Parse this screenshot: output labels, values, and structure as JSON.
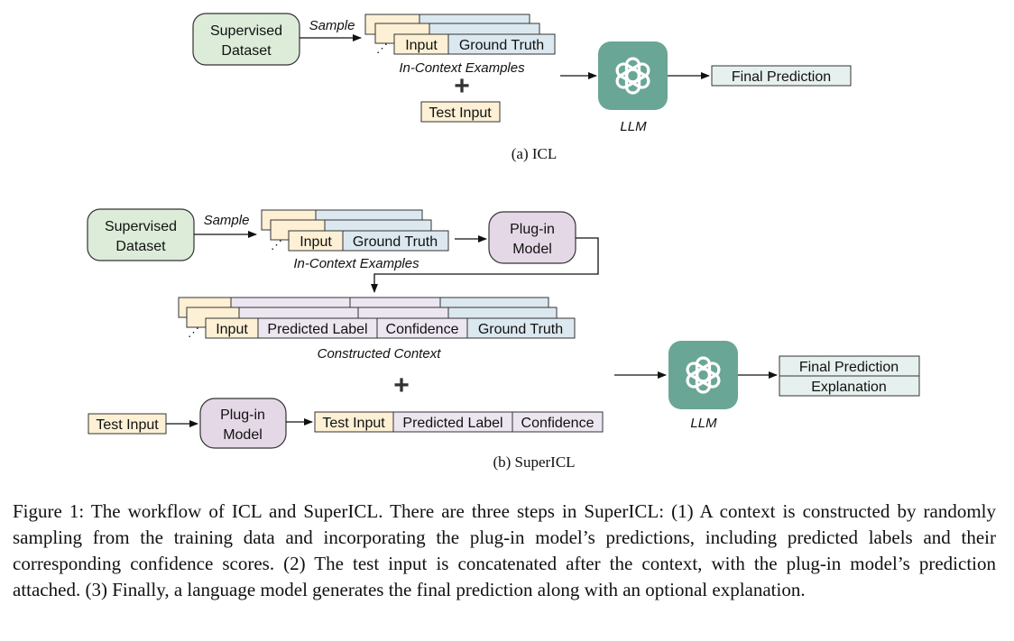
{
  "icl": {
    "dataset_line1": "Supervised",
    "dataset_line2": "Dataset",
    "sample": "Sample",
    "input": "Input",
    "ground_truth": "Ground Truth",
    "examples_label": "In-Context Examples",
    "plus": "+",
    "test_input": "Test Input",
    "llm": "LLM",
    "final_prediction": "Final Prediction",
    "subcaption": "(a) ICL"
  },
  "supericl": {
    "dataset_line1": "Supervised",
    "dataset_line2": "Dataset",
    "sample": "Sample",
    "input": "Input",
    "ground_truth": "Ground Truth",
    "examples_label": "In-Context Examples",
    "plugin_line1": "Plug-in",
    "plugin_line2": "Model",
    "ctx_input": "Input",
    "ctx_predicted_label": "Predicted Label",
    "ctx_confidence": "Confidence",
    "ctx_ground_truth": "Ground Truth",
    "context_label": "Constructed Context",
    "plus": "+",
    "test_input": "Test Input",
    "plugin2_line1": "Plug-in",
    "plugin2_line2": "Model",
    "out_test_input": "Test Input",
    "out_predicted_label": "Predicted Label",
    "out_confidence": "Confidence",
    "llm": "LLM",
    "final_prediction": "Final Prediction",
    "explanation": "Explanation",
    "subcaption": "(b) SuperICL"
  },
  "colors": {
    "dataset_fill": "#dcecd9",
    "input_fill": "#fdf0d5",
    "truth_fill": "#dce8f0",
    "plugin_fill": "#e4d8e6",
    "pred_fill": "#ece6f1",
    "final_fill": "#e6f0ee",
    "llm_fill": "#6aa696"
  },
  "caption": "Figure 1: The workflow of ICL and SuperICL. There are three steps in SuperICL: (1) A context is constructed by randomly sampling from the training data and incorporating the plug-in model’s predictions, including predicted labels and their corresponding confidence scores. (2) The test input is concatenated after the context, with the plug-in model’s prediction attached. (3) Finally, a language model generates the final prediction along with an optional explanation."
}
